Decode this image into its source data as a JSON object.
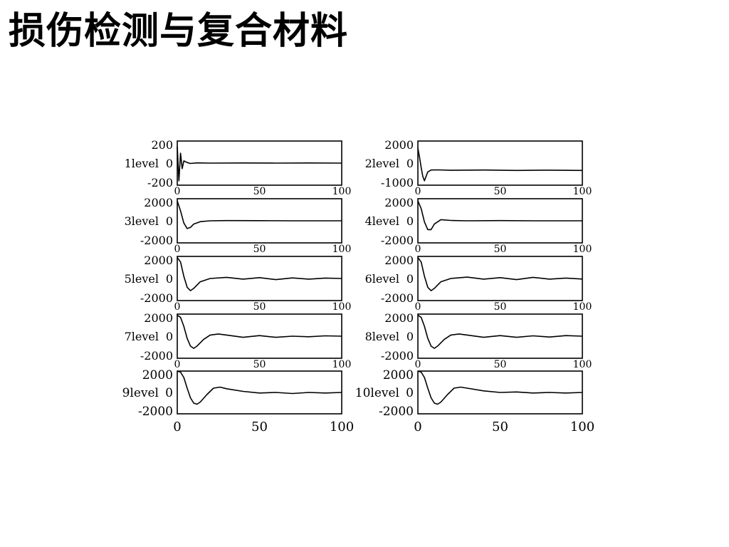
{
  "slide": {
    "title": "损伤检测与复合材料"
  },
  "chart_data": [
    {
      "type": "line",
      "ylabel": "1level",
      "y_ticks": [
        "200",
        "0",
        "-200"
      ],
      "ylim": [
        -200,
        200
      ],
      "xlim": [
        0,
        100
      ],
      "x_ticks": [
        "0",
        "50",
        "100"
      ],
      "series": [
        {
          "x": [
            0,
            1,
            2,
            3,
            4,
            6,
            8,
            12,
            20,
            40,
            60,
            80,
            100
          ],
          "y": [
            150,
            -160,
            90,
            -50,
            20,
            5,
            -3,
            2,
            0,
            1,
            0,
            1,
            0
          ]
        }
      ]
    },
    {
      "type": "line",
      "ylabel": "2level",
      "y_ticks": [
        "2000",
        "0",
        "-1000"
      ],
      "ylim": [
        -1000,
        2000
      ],
      "xlim": [
        0,
        100
      ],
      "x_ticks": [
        "0",
        "50",
        "100"
      ],
      "series": [
        {
          "x": [
            0,
            1,
            2,
            3,
            4,
            5,
            6,
            8,
            12,
            20,
            40,
            60,
            80,
            100
          ],
          "y": [
            1500,
            900,
            200,
            -400,
            -700,
            -400,
            -100,
            30,
            40,
            10,
            30,
            0,
            20,
            0
          ]
        }
      ]
    },
    {
      "type": "line",
      "ylabel": "3level",
      "y_ticks": [
        "2000",
        "0",
        "-2000"
      ],
      "ylim": [
        -2000,
        2000
      ],
      "xlim": [
        0,
        100
      ],
      "x_ticks": [
        "0",
        "50",
        "100"
      ],
      "series": [
        {
          "x": [
            0,
            2,
            4,
            6,
            8,
            10,
            14,
            20,
            30,
            50,
            70,
            100
          ],
          "y": [
            1800,
            900,
            -200,
            -700,
            -600,
            -300,
            -80,
            0,
            20,
            10,
            0,
            0
          ]
        }
      ]
    },
    {
      "type": "line",
      "ylabel": "4level",
      "y_ticks": [
        "2000",
        "0",
        "-2000"
      ],
      "ylim": [
        -2000,
        2000
      ],
      "xlim": [
        0,
        100
      ],
      "x_ticks": [
        "0",
        "50",
        "100"
      ],
      "series": [
        {
          "x": [
            0,
            2,
            4,
            6,
            8,
            10,
            14,
            20,
            30,
            50,
            70,
            100
          ],
          "y": [
            1800,
            1100,
            -100,
            -800,
            -800,
            -300,
            100,
            30,
            0,
            20,
            0,
            0
          ]
        }
      ]
    },
    {
      "type": "line",
      "ylabel": "5level",
      "y_ticks": [
        "2000",
        "0",
        "-2000"
      ],
      "ylim": [
        -2000,
        2000
      ],
      "xlim": [
        0,
        100
      ],
      "x_ticks": [
        "0",
        "50",
        "100"
      ],
      "series": [
        {
          "x": [
            0,
            2,
            4,
            6,
            8,
            10,
            14,
            20,
            30,
            40,
            50,
            60,
            70,
            80,
            90,
            100
          ],
          "y": [
            1900,
            1500,
            200,
            -800,
            -1100,
            -900,
            -300,
            0,
            100,
            -60,
            80,
            -100,
            50,
            -60,
            40,
            0
          ]
        }
      ]
    },
    {
      "type": "line",
      "ylabel": "6level",
      "y_ticks": [
        "2000",
        "0",
        "-2000"
      ],
      "ylim": [
        -2000,
        2000
      ],
      "xlim": [
        0,
        100
      ],
      "x_ticks": [
        "0",
        "50",
        "100"
      ],
      "series": [
        {
          "x": [
            0,
            2,
            4,
            6,
            8,
            10,
            14,
            20,
            30,
            40,
            50,
            60,
            70,
            80,
            90,
            100
          ],
          "y": [
            1900,
            1500,
            200,
            -800,
            -1100,
            -900,
            -300,
            0,
            120,
            -60,
            80,
            -100,
            100,
            -60,
            40,
            -50
          ]
        }
      ]
    },
    {
      "type": "line",
      "ylabel": "7level",
      "y_ticks": [
        "2000",
        "0",
        "-2000"
      ],
      "ylim": [
        -2000,
        2000
      ],
      "xlim": [
        0,
        100
      ],
      "x_ticks": [
        "0",
        "50",
        "100"
      ],
      "series": [
        {
          "x": [
            0,
            2,
            4,
            6,
            8,
            10,
            12,
            16,
            20,
            25,
            30,
            40,
            50,
            60,
            70,
            80,
            90,
            100
          ],
          "y": [
            1900,
            1700,
            900,
            -200,
            -900,
            -1100,
            -900,
            -300,
            100,
            200,
            100,
            -100,
            50,
            -100,
            0,
            -50,
            30,
            0
          ]
        }
      ]
    },
    {
      "type": "line",
      "ylabel": "8level",
      "y_ticks": [
        "2000",
        "0",
        "-2000"
      ],
      "ylim": [
        -2000,
        2000
      ],
      "xlim": [
        0,
        100
      ],
      "x_ticks": [
        "0",
        "50",
        "100"
      ],
      "series": [
        {
          "x": [
            0,
            2,
            4,
            6,
            8,
            10,
            12,
            16,
            20,
            25,
            30,
            40,
            50,
            60,
            70,
            80,
            90,
            100
          ],
          "y": [
            1900,
            1700,
            900,
            -200,
            -900,
            -1100,
            -900,
            -300,
            100,
            200,
            100,
            -100,
            50,
            -100,
            30,
            -80,
            50,
            0
          ]
        }
      ]
    },
    {
      "type": "line",
      "ylabel": "9level",
      "y_ticks": [
        "2000",
        "0",
        "-2000"
      ],
      "ylim": [
        -2000,
        2000
      ],
      "xlim": [
        0,
        100
      ],
      "x_ticks": [
        "0",
        "50",
        "100"
      ],
      "series": [
        {
          "x": [
            0,
            2,
            4,
            6,
            8,
            10,
            12,
            14,
            18,
            22,
            26,
            30,
            40,
            50,
            60,
            70,
            80,
            90,
            100
          ],
          "y": [
            2000,
            1900,
            1400,
            400,
            -500,
            -1000,
            -1100,
            -900,
            -200,
            400,
            500,
            350,
            100,
            -50,
            0,
            -100,
            0,
            -50,
            0
          ]
        }
      ]
    },
    {
      "type": "line",
      "ylabel": "10level",
      "y_ticks": [
        "2000",
        "0",
        "-2000"
      ],
      "ylim": [
        -2000,
        2000
      ],
      "xlim": [
        0,
        100
      ],
      "x_ticks": [
        "0",
        "50",
        "100"
      ],
      "series": [
        {
          "x": [
            0,
            2,
            4,
            6,
            8,
            10,
            12,
            14,
            18,
            22,
            26,
            30,
            40,
            50,
            60,
            70,
            80,
            90,
            100
          ],
          "y": [
            2000,
            1900,
            1400,
            400,
            -500,
            -1000,
            -1100,
            -900,
            -200,
            400,
            500,
            400,
            150,
            0,
            50,
            -50,
            0,
            -50,
            0
          ]
        }
      ]
    }
  ]
}
